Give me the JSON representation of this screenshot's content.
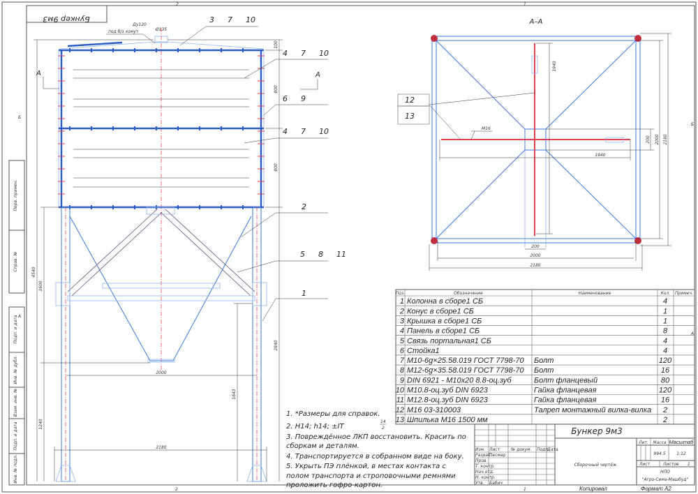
{
  "sheet": {
    "zone_top": [
      "2",
      "1"
    ],
    "zone_side": [
      "Б",
      "А"
    ],
    "mirror_title": "Бункер 9м3",
    "left_stamps": [
      "Перв. примен.",
      "Справ. №",
      "Подп. и дата",
      "Инв. № дубл.",
      "Взам. инв. №",
      "Подп. и дата",
      "Инв. № подл."
    ]
  },
  "front_view": {
    "nozzle_note_1": "Ду120",
    "nozzle_note_2": "под б/з хомут",
    "nozzle_diameter": "Ø135",
    "section_mark": "А",
    "leaders": [
      {
        "labels": [
          "3",
          "7",
          "10"
        ]
      },
      {
        "labels": [
          "4",
          "7",
          "10"
        ]
      },
      {
        "labels": [
          "6",
          "9"
        ]
      },
      {
        "labels": [
          "4",
          "7",
          "10"
        ]
      },
      {
        "labels": [
          "2"
        ]
      },
      {
        "labels": [
          "5",
          "8",
          "11"
        ]
      },
      {
        "labels": [
          "1"
        ]
      }
    ],
    "dimensions": {
      "total_height": "4540",
      "cone_height": "1600",
      "clearance": "1240",
      "roof": "100",
      "panel_upper": "800",
      "panel_lower": "800",
      "leg_height": "2840",
      "beam_height": "1843",
      "column_spacing": "2000",
      "overall_width": "2180"
    }
  },
  "section_view": {
    "title": "А–А",
    "rod_label": "М16",
    "callouts": [
      "12",
      "13"
    ],
    "dimensions": {
      "rod_vertical": "1940",
      "rod_horizontal": "1940",
      "center_v": "200",
      "center_h": "200",
      "inner_v": "2000",
      "outer_v": "2180",
      "inner_h": "2000",
      "outer_h": "2180"
    }
  },
  "parts_table": {
    "headers": [
      "Поз.",
      "Обозначение",
      "Наименование",
      "Кол.",
      "Примеч."
    ],
    "rows": [
      [
        "1",
        "Колонна в сборе1 СБ",
        "",
        "4"
      ],
      [
        "2",
        "Конус в сборе1 СБ",
        "",
        "1"
      ],
      [
        "3",
        "Крышка в сборе1 СБ",
        "",
        "1"
      ],
      [
        "4",
        "Панель в сборе1 СБ",
        "",
        "8"
      ],
      [
        "5",
        "Связь портальная1 СБ",
        "",
        "4"
      ],
      [
        "6",
        "Стойка1",
        "",
        "4"
      ],
      [
        "7",
        "М10-6g×25.58.019 ГОСТ 7798-70",
        "Болт",
        "120"
      ],
      [
        "8",
        "М12-6g×35.58.019 ГОСТ 7798-70",
        "Болт",
        "16"
      ],
      [
        "9",
        "DIN 6921 - М10х20 8.8-оц.зуб",
        "Болт фланцевый",
        "80"
      ],
      [
        "10",
        "М10.8-оц.зуб DIN 6923",
        "Гайка фланцевая",
        "120"
      ],
      [
        "11",
        "М12.8-оц.зуб DIN 6923",
        "Гайка фланцевая",
        "16"
      ],
      [
        "12",
        "М16 03-310003",
        "Талреп монтажный вилка-вилка",
        "2"
      ],
      [
        "13",
        "Шпилька М16 1500 мм",
        "",
        "2"
      ]
    ]
  },
  "notes": [
    "1.    *Размеры для справок.",
    "2.    Н14; h14; ±IT",
    "3.    Повреждённое ЛКП восстановить. Красить по",
    "сборкам и деталям.",
    "4.    Транспортируется в собранном виде на боку.",
    "5.    Укрыть ПЭ плёнкой, в местах контакта с",
    "полом транспорта и строповочными ремнями",
    "проложить гофро-картон."
  ],
  "note2_fraction": {
    "num": "14",
    "den": "2"
  },
  "title_block": {
    "title": "Бункер 9м3",
    "doc_type": "Сборочный чертёж",
    "lit_label": "Лит.",
    "mass_label": "Масса",
    "scale_label": "Масштаб",
    "mass": "994.5",
    "scale": "1:12",
    "sheet_label": "Лист",
    "sheets_label": "Листов",
    "sheets": "1",
    "org_1": "НПО",
    "org_2": "\"Агро-Сима-Машбуд\"",
    "col_headers": [
      "Изм.",
      "Лист",
      "№ докум.",
      "Подп.",
      "Дата"
    ],
    "roles": [
      "Разраб.",
      "Пров.",
      "Т. контр.",
      "Нач.отд.",
      "Н. контр.",
      "Утв."
    ],
    "developer": "Песмар",
    "approver": "Бабич",
    "copied": "Копировал",
    "format": "Формат A2"
  }
}
